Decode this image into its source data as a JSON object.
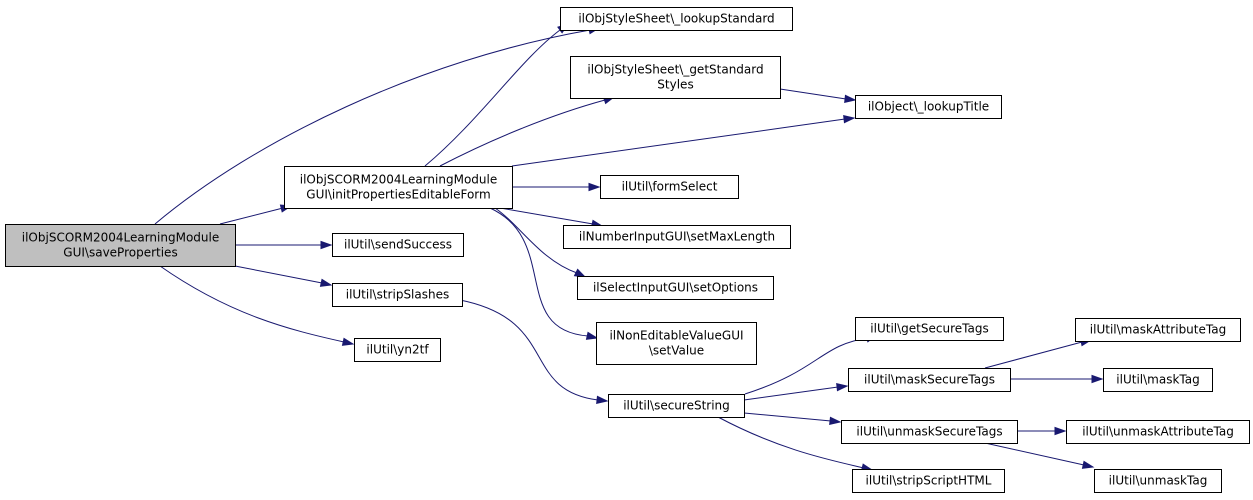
{
  "diagram": {
    "nodes": {
      "save_properties": [
        "ilObjSCORM2004LearningModule",
        "GUI\\saveProperties"
      ],
      "init_form": [
        "ilObjSCORM2004LearningModule",
        "GUI\\initPropertiesEditableForm"
      ],
      "send_success": [
        "ilUtil\\sendSuccess"
      ],
      "strip_slashes": [
        "ilUtil\\stripSlashes"
      ],
      "yn2tf": [
        "ilUtil\\yn2tf"
      ],
      "lookup_standard": [
        "ilObjStyleSheet\\_lookupStandard"
      ],
      "get_standard_styles": [
        "ilObjStyleSheet\\_getStandard",
        "Styles"
      ],
      "lookup_title": [
        "ilObject\\_lookupTitle"
      ],
      "form_select": [
        "ilUtil\\formSelect"
      ],
      "set_max_length": [
        "ilNumberInputGUI\\setMaxLength"
      ],
      "set_options": [
        "ilSelectInputGUI\\setOptions"
      ],
      "set_value": [
        "ilNonEditableValueGUI",
        "\\setValue"
      ],
      "secure_string": [
        "ilUtil\\secureString"
      ],
      "get_secure_tags": [
        "ilUtil\\getSecureTags"
      ],
      "mask_secure_tags": [
        "ilUtil\\maskSecureTags"
      ],
      "unmask_secure_tags": [
        "ilUtil\\unmaskSecureTags"
      ],
      "strip_script_html": [
        "ilUtil\\stripScriptHTML"
      ],
      "mask_attribute_tag": [
        "ilUtil\\maskAttributeTag"
      ],
      "mask_tag": [
        "ilUtil\\maskTag"
      ],
      "unmask_attribute_tag": [
        "ilUtil\\unmaskAttributeTag"
      ],
      "unmask_tag": [
        "ilUtil\\unmaskTag"
      ]
    },
    "edges": [
      [
        "save_properties",
        "lookup_standard"
      ],
      [
        "save_properties",
        "init_form"
      ],
      [
        "save_properties",
        "send_success"
      ],
      [
        "save_properties",
        "strip_slashes"
      ],
      [
        "save_properties",
        "yn2tf"
      ],
      [
        "init_form",
        "lookup_standard"
      ],
      [
        "init_form",
        "get_standard_styles"
      ],
      [
        "init_form",
        "lookup_title"
      ],
      [
        "init_form",
        "form_select"
      ],
      [
        "init_form",
        "set_max_length"
      ],
      [
        "init_form",
        "set_options"
      ],
      [
        "init_form",
        "set_value"
      ],
      [
        "get_standard_styles",
        "lookup_title"
      ],
      [
        "strip_slashes",
        "secure_string"
      ],
      [
        "secure_string",
        "get_secure_tags"
      ],
      [
        "secure_string",
        "mask_secure_tags"
      ],
      [
        "secure_string",
        "unmask_secure_tags"
      ],
      [
        "secure_string",
        "strip_script_html"
      ],
      [
        "mask_secure_tags",
        "mask_attribute_tag"
      ],
      [
        "mask_secure_tags",
        "mask_tag"
      ],
      [
        "unmask_secure_tags",
        "unmask_attribute_tag"
      ],
      [
        "unmask_secure_tags",
        "unmask_tag"
      ]
    ],
    "colors": {
      "edge": "#191970",
      "root_fill": "#bfbfbf",
      "node_fill": "#ffffff",
      "node_border": "#000000"
    }
  }
}
